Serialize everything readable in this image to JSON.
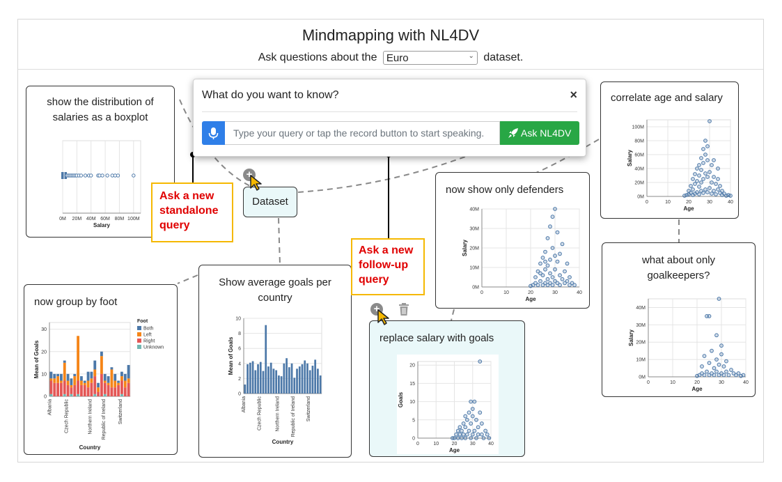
{
  "header": {
    "title": "Mindmapping with NL4DV",
    "sub_prefix": "Ask questions about the",
    "dataset_value": "Euro",
    "sub_suffix": "dataset."
  },
  "dialog": {
    "question": "What do you want to know?",
    "close": "×",
    "placeholder": "Type your query or tap the record button to start speaking.",
    "ask_label": "Ask NL4DV"
  },
  "dataset_node": "Dataset",
  "callouts": {
    "standalone": [
      "Ask a new",
      "standalone",
      "query"
    ],
    "followup": [
      "Ask a new",
      "follow-up",
      "query"
    ]
  },
  "icons": {
    "mic": "microphone-icon",
    "rocket": "rocket-icon",
    "plus": "plus-circle-icon",
    "trash": "trash-icon",
    "cursor": "pointer-cursor-icon"
  },
  "colors": {
    "mark": "#4c78a8",
    "both": "#4c78a8",
    "left": "#f58518",
    "right": "#e45756",
    "unknown": "#72b7b2",
    "ask_button": "#28a745",
    "mic_button": "#2f7fe8",
    "callout_border": "#f5b800",
    "callout_text": "#e00000",
    "highlight_card": "#eaf8f9"
  },
  "cards": {
    "boxplot": {
      "title": [
        "show the distribution of",
        "salaries as a boxplot"
      ]
    },
    "foot": {
      "title": "now group by foot"
    },
    "goals": {
      "title": [
        "Show average goals per",
        "country"
      ]
    },
    "defenders": {
      "title": "now show only defenders"
    },
    "replace": {
      "title": "replace salary with goals"
    },
    "correlate": {
      "title": "correlate age and salary"
    },
    "goalkeepers": {
      "title": [
        "what about only",
        "goalkeepers?"
      ]
    }
  },
  "chart_data": [
    {
      "id": "boxplot",
      "type": "boxplot",
      "xlabel": "Salary",
      "xticks": [
        "0M",
        "20M",
        "40M",
        "60M",
        "80M",
        "100M"
      ],
      "xlim": [
        0,
        110
      ],
      "box": {
        "q1": 1,
        "median": 2,
        "q3": 4
      },
      "outliers": [
        6,
        8,
        10,
        12,
        14,
        16,
        18,
        20,
        23,
        26,
        32,
        37,
        40,
        50,
        52,
        56,
        63,
        70,
        74,
        78,
        100
      ]
    },
    {
      "id": "foot",
      "type": "bar",
      "stacked": true,
      "xlabel": "Country",
      "ylabel": "Mean of Goals",
      "yticks": [
        "0",
        "10",
        "20",
        "30"
      ],
      "ylim": [
        0,
        33
      ],
      "legend": {
        "title": "Foot",
        "entries": [
          "Both",
          "Left",
          "Right",
          "Unknown"
        ]
      },
      "visible_category_labels": [
        "Albania",
        "Czech Republic",
        "Northern Ireland",
        "Republic of Ireland",
        "Switzerland"
      ],
      "series": [
        {
          "name": "Both",
          "values": [
            3,
            2,
            1,
            3,
            1,
            3,
            3,
            1,
            0,
            2,
            1,
            4,
            3,
            4,
            2,
            2,
            3,
            3,
            1,
            3,
            1,
            2,
            3,
            6
          ]
        },
        {
          "name": "Left",
          "values": [
            1,
            2,
            3,
            1,
            8,
            2,
            1,
            4,
            20,
            2,
            1,
            3,
            2,
            3,
            2,
            8,
            1,
            1,
            8,
            3,
            1,
            2,
            3,
            2
          ]
        },
        {
          "name": "Right",
          "values": [
            6,
            6,
            6,
            6,
            6,
            5,
            3,
            5,
            6,
            5,
            5,
            4,
            6,
            8,
            2,
            10,
            5,
            5,
            4,
            4,
            5,
            6,
            4,
            6
          ]
        },
        {
          "name": "Unknown",
          "values": [
            1,
            0,
            0,
            0,
            1,
            0,
            1,
            0,
            1,
            0,
            0,
            0,
            0,
            1,
            0,
            0,
            1,
            0,
            0,
            0,
            0,
            1,
            0,
            0
          ]
        }
      ]
    },
    {
      "id": "goals",
      "type": "bar",
      "xlabel": "Country",
      "ylabel": "Mean of Goals",
      "yticks": [
        "0",
        "2",
        "4",
        "6",
        "8",
        "10"
      ],
      "ylim": [
        0,
        10
      ],
      "visible_category_labels": [
        "Albania",
        "Czech Republic",
        "Northern Ireland",
        "Republic of Ireland",
        "Switzerland"
      ],
      "values": [
        1.2,
        3.9,
        4.1,
        4.3,
        3.1,
        3.9,
        4.2,
        3.0,
        9.1,
        3.6,
        4.1,
        3.3,
        3.1,
        2.4,
        2.3,
        4.0,
        4.7,
        3.5,
        4.0,
        2.1,
        3.3,
        3.6,
        3.9,
        4.4,
        4.0,
        3.1,
        3.7,
        4.5,
        3.3,
        2.4
      ]
    },
    {
      "id": "defenders",
      "type": "scatter",
      "xlabel": "Age",
      "ylabel": "Salary",
      "xticks": [
        "0",
        "10",
        "20",
        "30",
        "40"
      ],
      "yticks": [
        "0M",
        "10M",
        "20M",
        "30M",
        "40M"
      ],
      "xlim": [
        0,
        40
      ],
      "ylim": [
        0,
        40
      ],
      "points": [
        [
          20,
          0.5
        ],
        [
          21,
          1
        ],
        [
          22,
          2
        ],
        [
          22,
          5
        ],
        [
          23,
          1
        ],
        [
          23,
          8
        ],
        [
          24,
          3
        ],
        [
          24,
          12
        ],
        [
          25,
          1
        ],
        [
          25,
          6
        ],
        [
          25,
          15
        ],
        [
          26,
          2
        ],
        [
          26,
          9
        ],
        [
          26,
          18
        ],
        [
          27,
          1
        ],
        [
          27,
          4
        ],
        [
          27,
          11
        ],
        [
          27,
          25
        ],
        [
          28,
          2
        ],
        [
          28,
          7
        ],
        [
          28,
          14
        ],
        [
          28,
          31
        ],
        [
          29,
          1
        ],
        [
          29,
          5
        ],
        [
          29,
          20
        ],
        [
          29,
          36
        ],
        [
          30,
          3
        ],
        [
          30,
          9
        ],
        [
          30,
          40
        ],
        [
          31,
          2
        ],
        [
          31,
          13
        ],
        [
          31,
          28
        ],
        [
          32,
          1
        ],
        [
          32,
          6
        ],
        [
          32,
          17
        ],
        [
          33,
          4
        ],
        [
          33,
          22
        ],
        [
          34,
          2
        ],
        [
          34,
          8
        ],
        [
          35,
          3
        ],
        [
          35,
          12
        ],
        [
          36,
          1
        ],
        [
          36,
          5
        ],
        [
          37,
          2
        ],
        [
          38,
          1
        ],
        [
          26,
          13
        ],
        [
          24,
          7
        ],
        [
          30,
          16
        ]
      ]
    },
    {
      "id": "replace",
      "type": "scatter",
      "xlabel": "Age",
      "ylabel": "Goals",
      "xticks": [
        "0",
        "10",
        "20",
        "30",
        "40"
      ],
      "yticks": [
        "0",
        "5",
        "10",
        "15",
        "20"
      ],
      "xlim": [
        0,
        40
      ],
      "ylim": [
        0,
        21
      ],
      "points": [
        [
          19,
          0
        ],
        [
          20,
          0
        ],
        [
          21,
          1
        ],
        [
          22,
          0
        ],
        [
          22,
          2
        ],
        [
          23,
          1
        ],
        [
          23,
          3
        ],
        [
          24,
          0
        ],
        [
          24,
          2
        ],
        [
          25,
          1
        ],
        [
          25,
          4
        ],
        [
          26,
          0
        ],
        [
          26,
          3
        ],
        [
          26,
          6
        ],
        [
          27,
          1
        ],
        [
          27,
          5
        ],
        [
          28,
          2
        ],
        [
          28,
          7
        ],
        [
          29,
          0
        ],
        [
          29,
          4
        ],
        [
          29,
          10
        ],
        [
          30,
          1
        ],
        [
          30,
          6
        ],
        [
          30,
          8
        ],
        [
          31,
          2
        ],
        [
          31,
          10
        ],
        [
          32,
          0
        ],
        [
          32,
          5
        ],
        [
          33,
          3
        ],
        [
          34,
          7
        ],
        [
          34,
          21
        ],
        [
          35,
          1
        ],
        [
          35,
          4
        ],
        [
          36,
          0
        ],
        [
          37,
          2
        ],
        [
          38,
          1
        ],
        [
          39,
          0
        ],
        [
          33,
          1
        ]
      ]
    },
    {
      "id": "correlate",
      "type": "scatter",
      "xlabel": "Age",
      "ylabel": "Salary",
      "xticks": [
        "0",
        "10",
        "20",
        "30",
        "40"
      ],
      "yticks": [
        "0M",
        "20M",
        "40M",
        "60M",
        "80M",
        "100M"
      ],
      "xlim": [
        0,
        40
      ],
      "ylim": [
        0,
        110
      ],
      "points": [
        [
          18,
          1
        ],
        [
          19,
          2
        ],
        [
          20,
          3
        ],
        [
          20,
          8
        ],
        [
          21,
          5
        ],
        [
          21,
          15
        ],
        [
          22,
          2
        ],
        [
          22,
          10
        ],
        [
          22,
          25
        ],
        [
          23,
          4
        ],
        [
          23,
          18
        ],
        [
          23,
          32
        ],
        [
          24,
          6
        ],
        [
          24,
          22
        ],
        [
          24,
          40
        ],
        [
          25,
          3
        ],
        [
          25,
          14
        ],
        [
          25,
          30
        ],
        [
          25,
          45
        ],
        [
          26,
          8
        ],
        [
          26,
          20
        ],
        [
          26,
          38
        ],
        [
          26,
          55
        ],
        [
          27,
          5
        ],
        [
          27,
          25
        ],
        [
          27,
          48
        ],
        [
          27,
          68
        ],
        [
          28,
          10
        ],
        [
          28,
          33
        ],
        [
          28,
          60
        ],
        [
          28,
          80
        ],
        [
          29,
          6
        ],
        [
          29,
          28
        ],
        [
          29,
          52
        ],
        [
          29,
          72
        ],
        [
          30,
          12
        ],
        [
          30,
          35
        ],
        [
          30,
          108
        ],
        [
          31,
          4
        ],
        [
          31,
          20
        ],
        [
          31,
          45
        ],
        [
          32,
          8
        ],
        [
          32,
          28
        ],
        [
          33,
          3
        ],
        [
          33,
          18
        ],
        [
          34,
          10
        ],
        [
          34,
          25
        ],
        [
          35,
          5
        ],
        [
          35,
          15
        ],
        [
          36,
          2
        ],
        [
          36,
          8
        ],
        [
          37,
          4
        ],
        [
          38,
          1
        ],
        [
          39,
          2
        ],
        [
          40,
          1
        ],
        [
          32,
          52
        ],
        [
          34,
          40
        ]
      ]
    },
    {
      "id": "goalkeepers",
      "type": "scatter",
      "xlabel": "Age",
      "ylabel": "Salary",
      "xticks": [
        "0",
        "10",
        "20",
        "30",
        "40"
      ],
      "yticks": [
        "0M",
        "10M",
        "20M",
        "30M",
        "40M"
      ],
      "xlim": [
        0,
        40
      ],
      "ylim": [
        0,
        45
      ],
      "points": [
        [
          20,
          0.5
        ],
        [
          21,
          1
        ],
        [
          22,
          2
        ],
        [
          22,
          6
        ],
        [
          23,
          1
        ],
        [
          23,
          12
        ],
        [
          24,
          3
        ],
        [
          24,
          35
        ],
        [
          25,
          35
        ],
        [
          25,
          1
        ],
        [
          25,
          8
        ],
        [
          26,
          2
        ],
        [
          26,
          15
        ],
        [
          27,
          1
        ],
        [
          27,
          5
        ],
        [
          28,
          3
        ],
        [
          28,
          10
        ],
        [
          28,
          24
        ],
        [
          29,
          1
        ],
        [
          29,
          7
        ],
        [
          29,
          45
        ],
        [
          30,
          2
        ],
        [
          30,
          13
        ],
        [
          31,
          1
        ],
        [
          31,
          6
        ],
        [
          32,
          3
        ],
        [
          32,
          9
        ],
        [
          33,
          1
        ],
        [
          34,
          4
        ],
        [
          35,
          2
        ],
        [
          36,
          1
        ],
        [
          37,
          2
        ],
        [
          38,
          0.5
        ],
        [
          39,
          1
        ],
        [
          30,
          18
        ]
      ]
    }
  ]
}
